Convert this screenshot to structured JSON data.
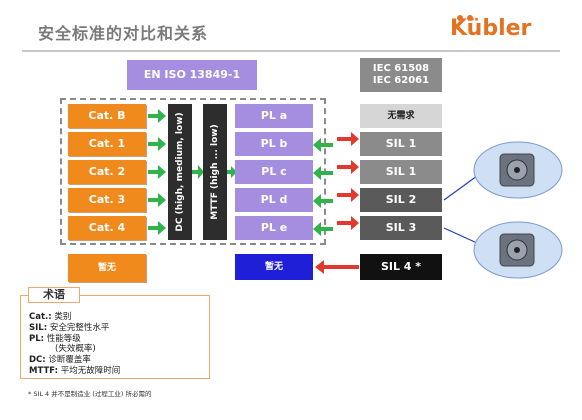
{
  "header": {
    "title": "安全标准的对比和关系",
    "logo_text": "Kübler"
  },
  "standards": {
    "en_iso": "EN ISO 13849-1",
    "iec_1": "IEC 61508",
    "iec_2": "IEC 62061"
  },
  "categories": [
    "Cat. B",
    "Cat. 1",
    "Cat. 2",
    "Cat. 3",
    "Cat. 4"
  ],
  "cat_none": "暂无",
  "vertical_bars": {
    "dc": "DC (high, medium, low)",
    "mttf": "MTTF (high ... low)"
  },
  "pl_levels": [
    "PL a",
    "PL b",
    "PL c",
    "PL d",
    "PL e"
  ],
  "pl_none": "暂无",
  "sil_levels": [
    "无需求",
    "SIL 1",
    "SIL 1",
    "SIL 2",
    "SIL 3"
  ],
  "sil_extra": "SIL 4 *",
  "legend": {
    "title": "术语",
    "rows": [
      {
        "key": "Cat.:",
        "value": "类别"
      },
      {
        "key": "SIL:",
        "value": "安全完整性水平"
      },
      {
        "key": "PL:",
        "value": "性能等级"
      },
      {
        "key": "",
        "value": "(失效概率)"
      },
      {
        "key": "DC:",
        "value": "诊断覆盖率"
      },
      {
        "key": "MTTF:",
        "value": "平均无故障时间"
      }
    ]
  },
  "footnote": "* SIL 4 并不是制造业 (过程工业) 所必需的",
  "colors": {
    "orange": "#f08a1c",
    "lilac": "#a58ee0",
    "gray": "#8b8b8b",
    "blue": "#1f1fd8",
    "brand": "#e37222",
    "green_arrow": "#2fb34a",
    "red_arrow": "#e03a2f"
  }
}
